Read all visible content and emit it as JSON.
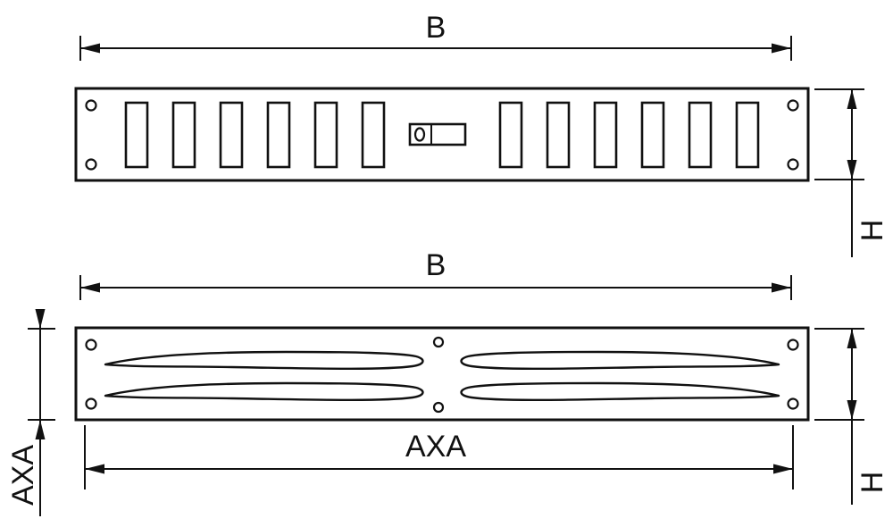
{
  "drawing": {
    "line_color": "#111111",
    "background_color": "#ffffff",
    "top_view": {
      "width_label": "B",
      "height_label": "H"
    },
    "bottom_view": {
      "width_label": "B",
      "hole_span_label": "AXA",
      "side_span_label": "AXA",
      "height_label": "H"
    }
  }
}
